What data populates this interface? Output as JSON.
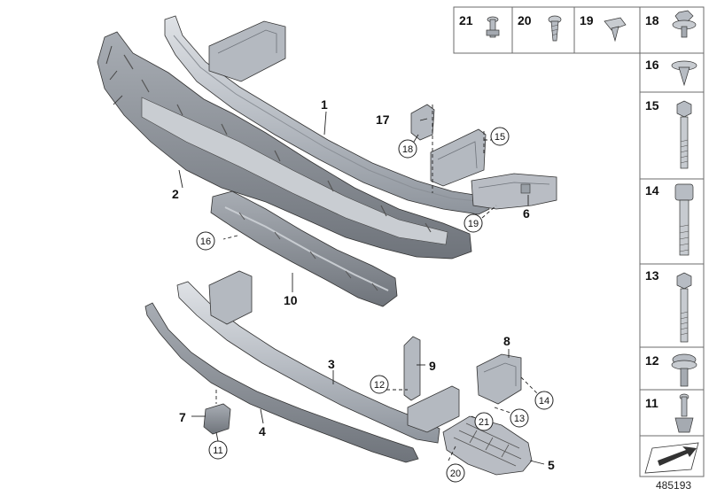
{
  "diagram": {
    "document_number": "485193",
    "callouts": {
      "c1": "1",
      "c2": "2",
      "c3": "3",
      "c4": "4",
      "c5": "5",
      "c6": "6",
      "c7": "7",
      "c8": "8",
      "c9": "9",
      "c10": "10",
      "c17": "17"
    },
    "circled": {
      "r11": "11",
      "r12": "12",
      "r13": "13",
      "r14": "14",
      "r15": "15",
      "r16": "16",
      "r18": "18",
      "r19": "19",
      "r20": "20",
      "r21": "21"
    },
    "legend": {
      "top_row": [
        "21",
        "20",
        "19",
        "18"
      ],
      "column": [
        "16",
        "15",
        "14",
        "13",
        "12",
        "11"
      ]
    }
  },
  "colors": {
    "part_fill": "#c2c6cc",
    "part_dark": "#8d929a",
    "part_light": "#dde0e4",
    "line": "#222222",
    "frame": "#6b6b6b"
  }
}
